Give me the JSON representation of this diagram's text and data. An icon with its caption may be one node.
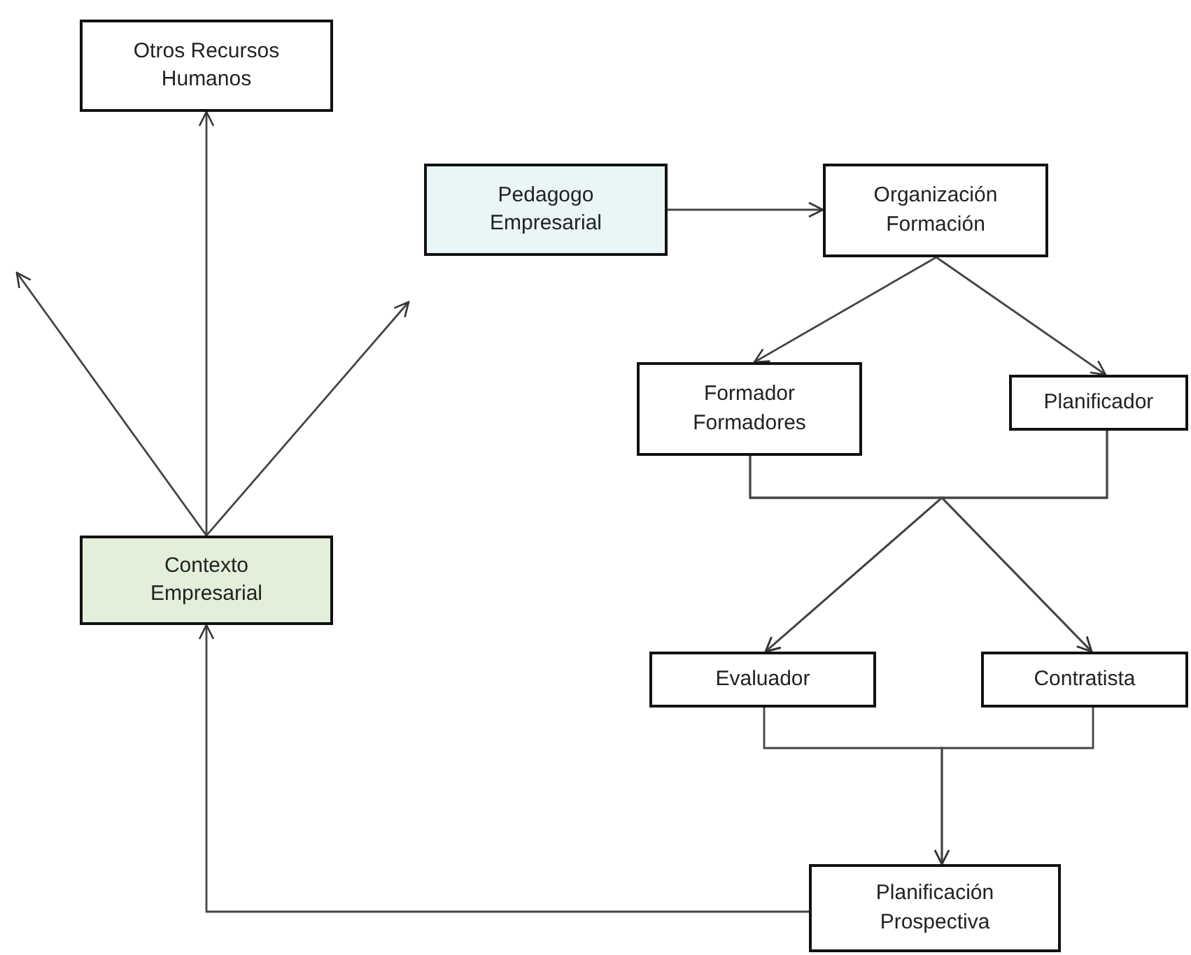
{
  "diagram": {
    "nodes": [
      {
        "text": [
          "Otros Recursos Humanos"
        ]
      },
      {
        "text": [
          "Pedagogo Empresarial"
        ]
      },
      {
        "text": [
          "Organización Formación"
        ]
      },
      {
        "text": [
          "Formador Formadores"
        ]
      },
      {
        "text": [
          "Planificador"
        ]
      },
      {
        "text": [
          "Contexto Empresarial"
        ]
      },
      {
        "text": [
          "Evaluador"
        ]
      },
      {
        "text": [
          "Contratista"
        ]
      },
      {
        "text": [
          "Planificación Prospectiva"
        ]
      }
    ],
    "edges": [
      {
        "from": 5,
        "to": 0,
        "arrow": "to"
      },
      {
        "from": 5,
        "to": null,
        "arrow": "to"
      },
      {
        "from": 5,
        "to": null,
        "arrow": "to"
      },
      {
        "from": 1,
        "to": 2,
        "arrow": "to"
      },
      {
        "from": 2,
        "to": 3,
        "arrow": "to"
      },
      {
        "from": 2,
        "to": 4,
        "arrow": "to"
      },
      {
        "from": 3,
        "to": 6,
        "arrow": "to"
      },
      {
        "from": 3,
        "to": 7,
        "arrow": "to"
      },
      {
        "from": 4,
        "to": 6,
        "arrow": "to"
      },
      {
        "from": 4,
        "to": 7,
        "arrow": "to"
      },
      {
        "from": 6,
        "to": 8,
        "arrow": "to"
      },
      {
        "from": 7,
        "to": 8,
        "arrow": "to"
      },
      {
        "from": 8,
        "to": 5,
        "arrow": "to"
      }
    ]
  }
}
